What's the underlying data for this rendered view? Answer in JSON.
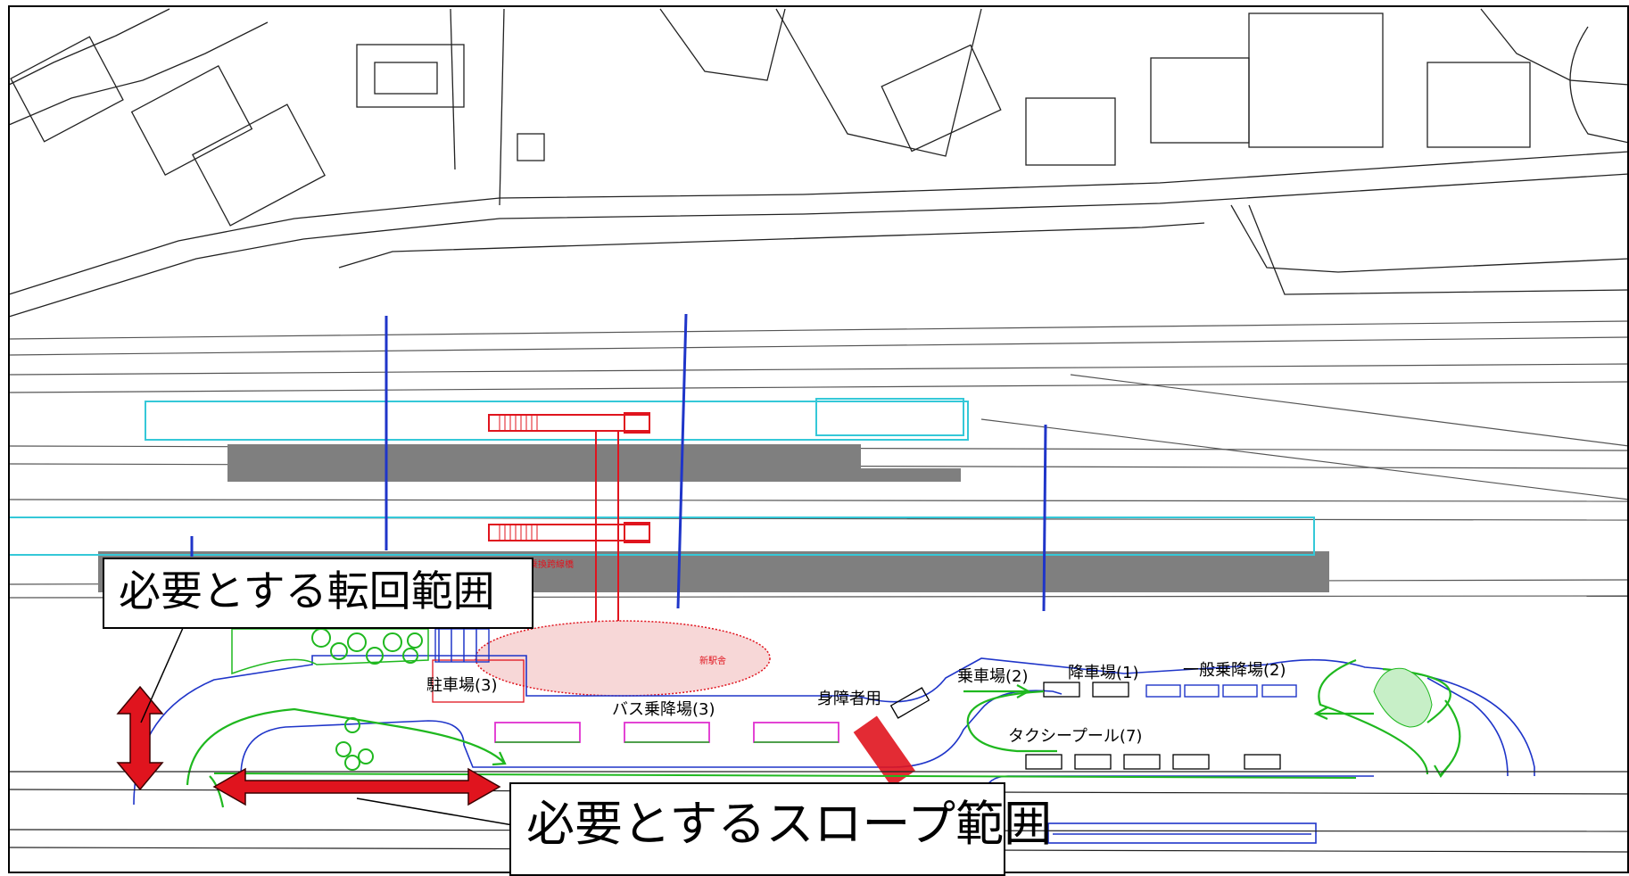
{
  "callouts": {
    "turning_range": "必要とする転回範囲",
    "slope_range": "必要とするスロープ範囲"
  },
  "facility_labels": {
    "parking": "駐車場(3)",
    "bus": "バス乗降場(3)",
    "disabled": "身障者用",
    "taxi_boarding": "乗車場(2)",
    "taxi_alighting": "降車場(1)",
    "general_alighting": "一般乗降場(2)",
    "taxi_pool": "タクシープール(7)"
  },
  "small_red_labels": {
    "station_area": "新駅舎",
    "bridge": "乗換跨線橋"
  },
  "colors": {
    "accent_red": "#e0141e",
    "plan_blue": "#1f35c9",
    "platform_cyan": "#35c8d8",
    "green": "#1fb81f",
    "track_gray": "#7f7f7f",
    "pink": "#e030d0"
  }
}
